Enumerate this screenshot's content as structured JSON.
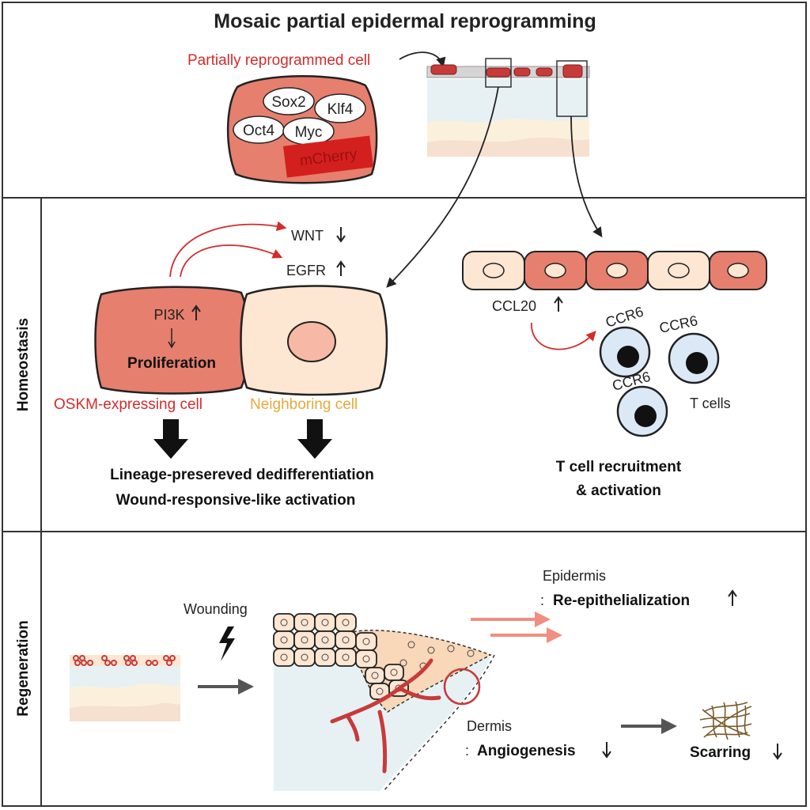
{
  "title": "Mosaic partial epidermal reprogramming",
  "top": {
    "cell_label": "Partially reprogrammed cell",
    "factors": [
      "Sox2",
      "Klf4",
      "Oct4",
      "Myc"
    ],
    "reporter": "mCherry"
  },
  "sections": {
    "homeostasis": "Homeostasis",
    "regeneration": "Regeneration"
  },
  "homeostasis": {
    "signals": {
      "wnt": "WNT",
      "egfr": "EGFR"
    },
    "pi3k": "PI3K",
    "proliferation": "Proliferation",
    "oskm_label": "OSKM-expressing cell",
    "neighbor_label": "Neighboring cell",
    "outcome_line1": "Lineage-presereved dedifferentiation",
    "outcome_line2": "Wound-responsive-like activation",
    "ccl20": "CCL20",
    "ccr6": [
      "CCR6",
      "CCR6",
      "CCR6"
    ],
    "tcells": "T cells",
    "tcell_outcome_line1": "T cell recruitment",
    "tcell_outcome_line2": "& activation"
  },
  "regeneration": {
    "wounding": "Wounding",
    "epidermis_label": "Epidermis",
    "epidermis_effect": "Re-epithelialization",
    "dermis_label": "Dermis",
    "dermis_effect": "Angiogenesis",
    "scarring": "Scarring",
    "colon": ":"
  },
  "colors": {
    "oskm_cell": "#e67f6e",
    "neighbor_cell": "#fde6d2",
    "red_label": "#d42b2b",
    "yellow_label": "#e8a93a",
    "tcell": "#dbe9f7",
    "mcherry": "#d41f1f"
  }
}
